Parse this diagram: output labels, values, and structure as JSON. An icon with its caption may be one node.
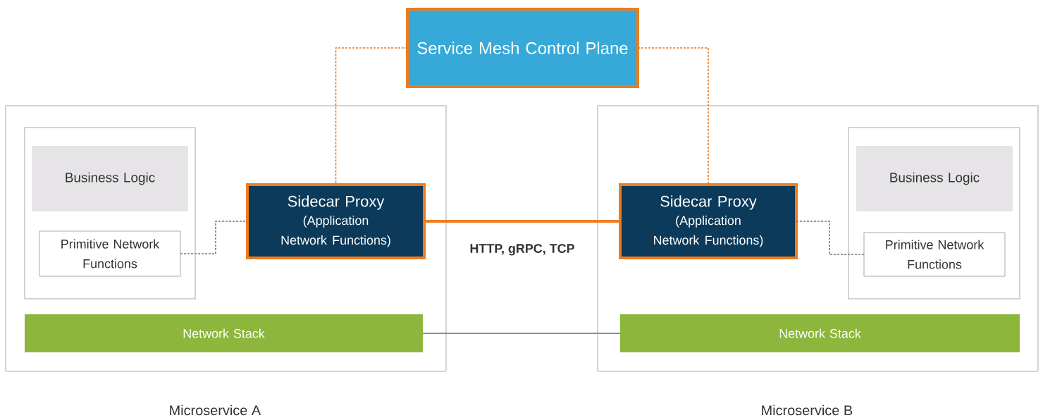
{
  "diagram": {
    "nodes": [
      {
        "text": [
          "Service Mesh Control Plane"
        ]
      },
      {
        "text": [
          "Microservice A"
        ]
      },
      {
        "text": [],
        "shape": "box",
        "in": 1
      },
      {
        "text": [
          "Business Logic"
        ],
        "in": 2
      },
      {
        "text": [
          "Primitive Network Functions"
        ],
        "in": 2
      },
      {
        "text": [
          "Sidecar Proxy",
          "(Application Network Functions)"
        ],
        "in": 1
      },
      {
        "text": [
          "Network Stack"
        ],
        "in": 1
      },
      {
        "text": [
          "Microservice B"
        ]
      },
      {
        "text": [],
        "shape": "box",
        "in": 7
      },
      {
        "text": [
          "Sidecar Proxy",
          "(Application Network Functions)"
        ],
        "in": 7
      },
      {
        "text": [
          "Business Logic"
        ],
        "in": 8
      },
      {
        "text": [
          "Primitive Network Functions"
        ],
        "in": 8
      },
      {
        "text": [
          "Network Stack"
        ],
        "in": 7
      }
    ],
    "edges": [
      {
        "from": 0,
        "to": 5,
        "arrow": "none",
        "style": "dashed",
        "color": "#e87722"
      },
      {
        "from": 0,
        "to": 9,
        "arrow": "none",
        "style": "dashed",
        "color": "#e87722"
      },
      {
        "from": 4,
        "to": 5,
        "arrow": "none",
        "style": "dashed",
        "color": "#777777"
      },
      {
        "from": 9,
        "to": 11,
        "arrow": "none",
        "style": "dashed",
        "color": "#777777"
      },
      {
        "from": 5,
        "to": 9,
        "arrow": "none",
        "style": "thick",
        "label": "HTTP, gRPC, TCP",
        "color": "#f07c1e"
      },
      {
        "from": 6,
        "to": 12,
        "arrow": "none",
        "color": "#8a8f96"
      }
    ]
  }
}
